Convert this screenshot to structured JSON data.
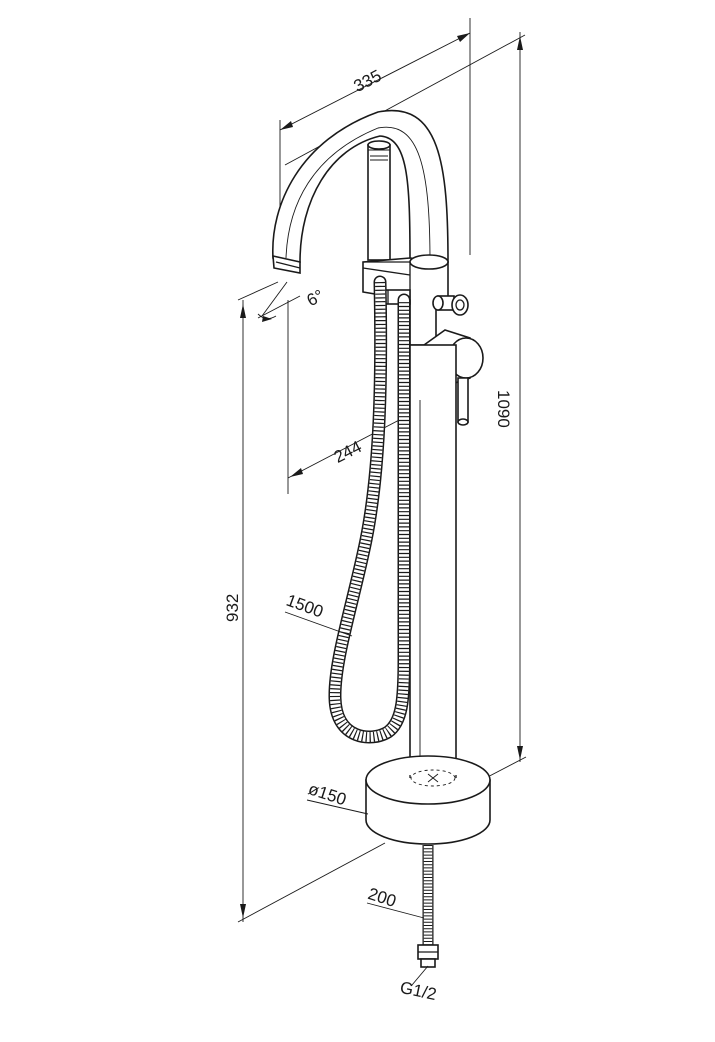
{
  "dimensions": {
    "spout_reach": "335",
    "spout_angle": "6°",
    "spout_offset": "244",
    "total_height": "1090",
    "spout_height": "932",
    "hose_length": "1500",
    "base_diameter": "ø150",
    "supply_hose_length": "200",
    "thread": "G1/2"
  },
  "colors": {
    "line": "#1a1a1a",
    "background": "#ffffff"
  }
}
